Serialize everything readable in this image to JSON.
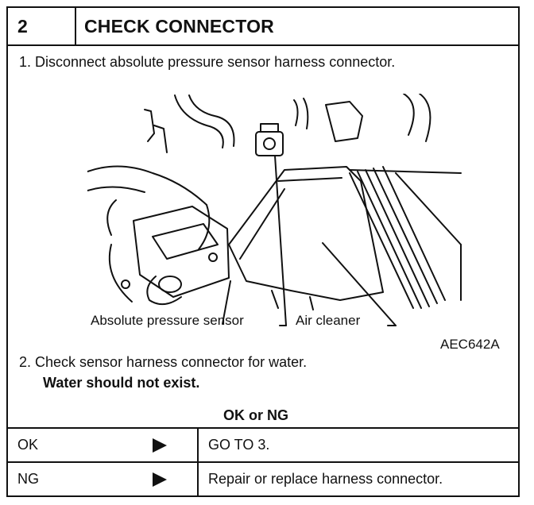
{
  "step": {
    "number": "2",
    "title": "CHECK CONNECTOR"
  },
  "instruction_1": "1. Disconnect absolute pressure sensor harness connector.",
  "figure": {
    "label_sensor": "Absolute pressure sensor",
    "label_cleaner": "Air cleaner",
    "figure_id": "AEC642A"
  },
  "instruction_2": "2. Check sensor harness connector for water.",
  "expected": "Water should not exist.",
  "results_heading": "OK or NG",
  "results": [
    {
      "code": "OK",
      "action": "GO TO 3."
    },
    {
      "code": "NG",
      "action": "Repair or replace harness connector."
    }
  ]
}
